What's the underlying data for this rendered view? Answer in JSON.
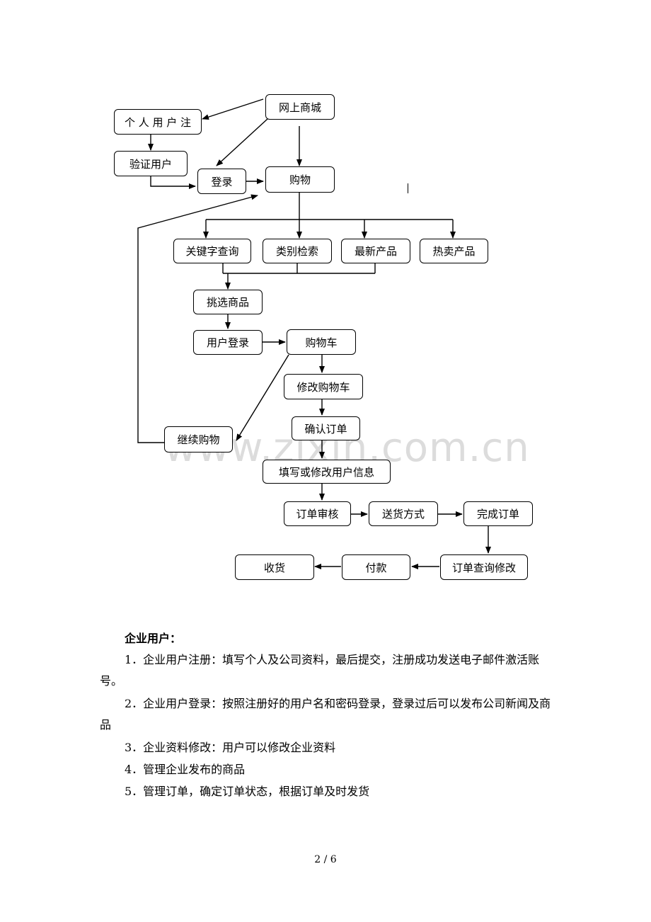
{
  "flowchart": {
    "nodes": {
      "online_mall": "网上商城",
      "personal_register": "个 人 用 户 注",
      "verify_user": "验证用户",
      "login": "登录",
      "shopping": "购物",
      "keyword_search": "关键字查询",
      "category_search": "类别检索",
      "newest_products": "最新产品",
      "hot_products": "热卖产品",
      "pick_goods": "挑选商品",
      "user_login": "用户登录",
      "cart": "购物车",
      "modify_cart": "修改购物车",
      "confirm_order": "确认订单",
      "continue_shopping": "继续购物",
      "fill_user_info": "填写或修改用户信息",
      "order_review": "订单审核",
      "delivery_method": "送货方式",
      "complete_order": "完成订单",
      "order_query_modify": "订单查询修改",
      "payment": "付款",
      "receive": "收货"
    }
  },
  "watermark": "www.zixin.com.cn",
  "section": {
    "title": "企业用户：",
    "items": [
      "1．企业用户注册：填写个人及公司资料，最后提交，注册成功发送电子邮件激活账号。",
      "2．企业用户登录：按照注册好的用户名和密码登录，登录过后可以发布公司新闻及商品",
      "3．企业资料修改：用户可以修改企业资料",
      "4．管理企业发布的商品",
      "5．管理订单，确定订单状态，根据订单及时发货"
    ]
  },
  "footer": {
    "page": "2 / 6"
  }
}
